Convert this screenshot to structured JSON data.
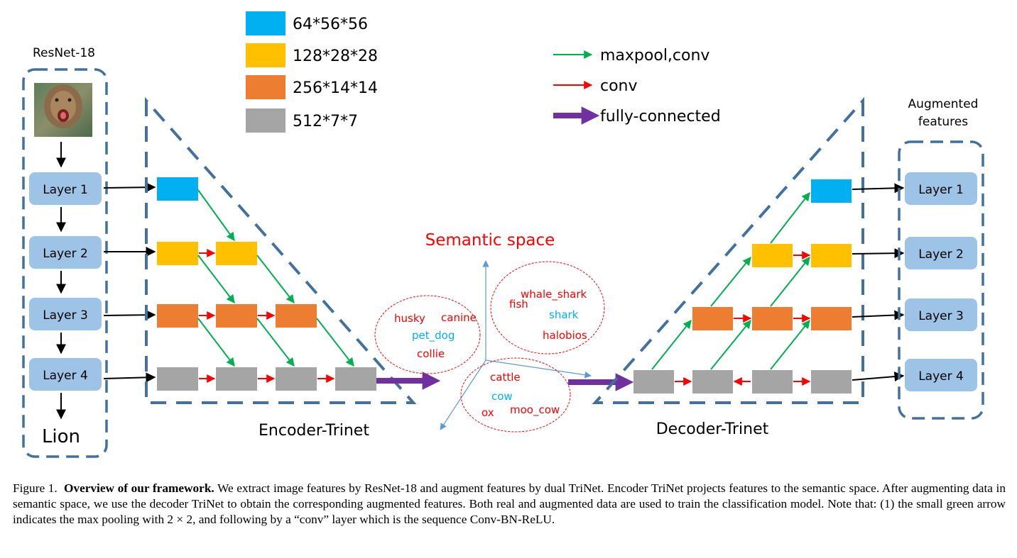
{
  "figure": {
    "resnet_title": "ResNet-18",
    "input_label": "Lion",
    "resnet_layers": [
      "Layer 1",
      "Layer 2",
      "Layer 3",
      "Layer 4"
    ],
    "augmented_title_line1": "Augmented",
    "augmented_title_line2": "features",
    "augmented_layers": [
      "Layer 1",
      "Layer 2",
      "Layer 3",
      "Layer 4"
    ],
    "legend_sizes": [
      {
        "label": "64*56*56",
        "color": "#00b0f0"
      },
      {
        "label": "128*28*28",
        "color": "#ffc000"
      },
      {
        "label": "256*14*14",
        "color": "#ed7d31"
      },
      {
        "label": "512*7*7",
        "color": "#a5a5a5"
      }
    ],
    "legend_arrows": [
      {
        "label": "maxpool,conv",
        "color": "#00b050"
      },
      {
        "label": "conv",
        "color": "#ff0000"
      },
      {
        "label": "fully-connected",
        "color": "#7030a0"
      }
    ],
    "encoder_label": "Encoder-Trinet",
    "decoder_label": "Decoder-Trinet",
    "semantic_title": "Semantic space",
    "clusters": [
      {
        "words": [
          {
            "text": "husky",
            "color": "#ff0000"
          },
          {
            "text": "canine",
            "color": "#ff0000"
          },
          {
            "text": "pet_dog",
            "color": "#00b0f0"
          },
          {
            "text": "collie",
            "color": "#ff0000"
          }
        ]
      },
      {
        "words": [
          {
            "text": "whale_shark",
            "color": "#ff0000"
          },
          {
            "text": "fish",
            "color": "#ff0000"
          },
          {
            "text": "shark",
            "color": "#00b0f0"
          },
          {
            "text": "halobios",
            "color": "#ff0000"
          }
        ]
      },
      {
        "words": [
          {
            "text": "cattle",
            "color": "#ff0000"
          },
          {
            "text": "cow",
            "color": "#00b0f0"
          },
          {
            "text": "ox",
            "color": "#ff0000"
          },
          {
            "text": "moo_cow",
            "color": "#ff0000"
          }
        ]
      }
    ],
    "colors": {
      "dashed_border": "#41719c",
      "layer_box": "#9dc3e6",
      "cluster_border": "#ff0000",
      "axis": "#5b9bd5"
    }
  },
  "caption": {
    "figure_number": "Figure 1.",
    "bold_title": "Overview of our framework.",
    "text": "We extract image features by ResNet-18 and augment features by dual TriNet. Encoder TriNet projects features to the semantic space. After augmenting data in semantic space, we use the decoder TriNet to obtain the corresponding augmented features. Both real and augmented data are used to train the classification model. Note that: (1) the small green arrow indicates the max pooling with 2 × 2, and following by a “conv” layer which is the sequence Conv-BN-ReLU."
  }
}
